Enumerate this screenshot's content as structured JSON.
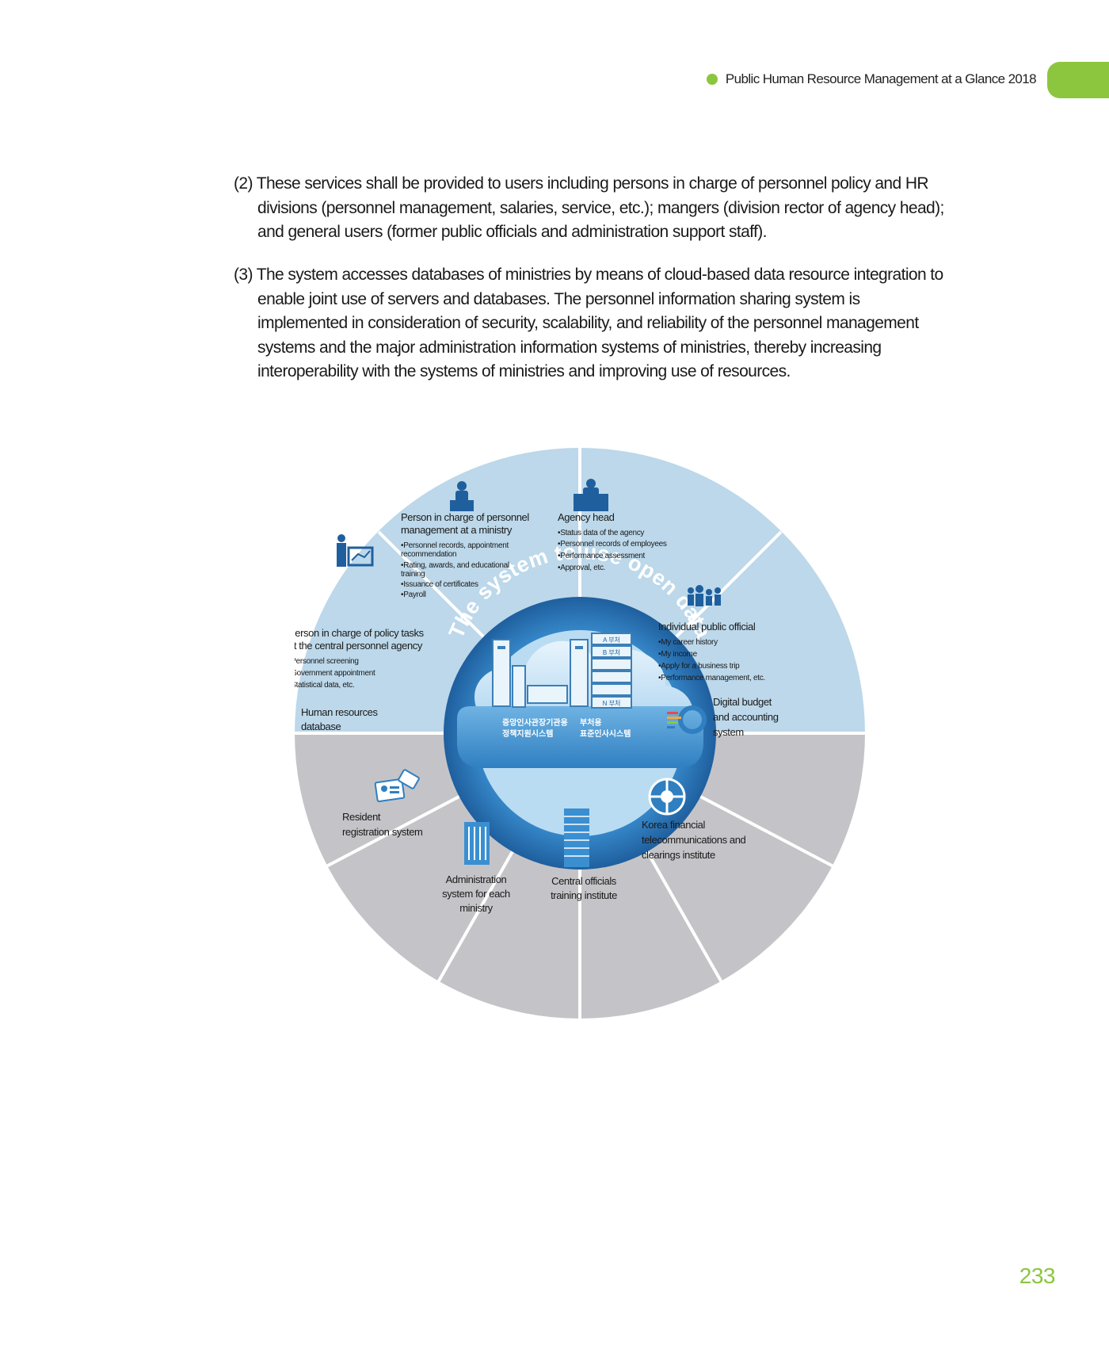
{
  "header": {
    "title": "Public Human Resource Management at a Glance 2018",
    "accent_color": "#8cc63f"
  },
  "paragraphs": [
    {
      "number": "(2)",
      "text": "(2) These services shall be provided to users including persons in charge of personnel policy and HR divisions (personnel management, salaries, service, etc.); mangers (division rector of agency head); and general users (former public officials and administration support staff)."
    },
    {
      "number": "(3)",
      "text": "(3) The system accesses databases of ministries by means of cloud-based data resource integration to enable joint use of servers and databases. The personnel information sharing system is implemented in consideration of security, scalability, and reliability of the personnel management systems and the major administration information systems of ministries, thereby increasing interoperability with the systems of ministries and improving use of resources."
    }
  ],
  "diagram": {
    "center_title": "The system to use open data",
    "center_left_system": [
      "중앙인사관장기관용",
      "정책지원시스템"
    ],
    "center_right_system": [
      "부처용",
      "표준인사시스템"
    ],
    "server_labels": [
      "A 부처",
      "B 부처",
      "N 부처"
    ],
    "colors": {
      "user_segment": "#bcd8ea",
      "system_segment": "#c4c4c8",
      "ring": "#2e7fc2",
      "ring_dark": "#1f5f9e",
      "cloud": "#cfe6f6"
    },
    "users": [
      {
        "title": [
          "Person in charge of personnel",
          "management at a ministry"
        ],
        "items": [
          "•Personnel records, appointment",
          "  recommendation",
          "•Rating, awards, and educational",
          "  training",
          "•Issuance of certificates",
          "•Payroll"
        ],
        "icon": "officer-desk-icon"
      },
      {
        "title": [
          "Agency head"
        ],
        "items": [
          "•Status data of the agency",
          "•Personnel records of employees",
          "•Performance assessment",
          "•Approval, etc."
        ],
        "icon": "executive-desk-icon"
      },
      {
        "title": [
          "Individual public official"
        ],
        "items": [
          "•My career history",
          "•My income",
          "•Apply for a business trip",
          "•Performance management, etc."
        ],
        "icon": "group-people-icon"
      },
      {
        "title": [
          "Person in charge of policy tasks",
          "at the central personnel agency"
        ],
        "items": [
          "•Personnel screening",
          "•Government appointment",
          "•Statistical data, etc."
        ],
        "icon": "presenter-chart-icon"
      }
    ],
    "systems": [
      {
        "label": [
          "Human resources",
          "database"
        ],
        "icon": ""
      },
      {
        "label": [
          "Resident",
          "registration system"
        ],
        "icon": "id-card-icon"
      },
      {
        "label": [
          "Administration",
          "system for each",
          "ministry"
        ],
        "icon": "building-icon"
      },
      {
        "label": [
          "Central officials",
          "training institute"
        ],
        "icon": "tower-building-icon"
      },
      {
        "label": [
          "Korea financial",
          "telecommunications and",
          "clearings institute"
        ],
        "icon": "globe-logo-icon"
      },
      {
        "label": [
          "Digital budget",
          "and accounting",
          "system"
        ],
        "icon": "budget-logo-icon"
      }
    ]
  },
  "page_number": "233"
}
